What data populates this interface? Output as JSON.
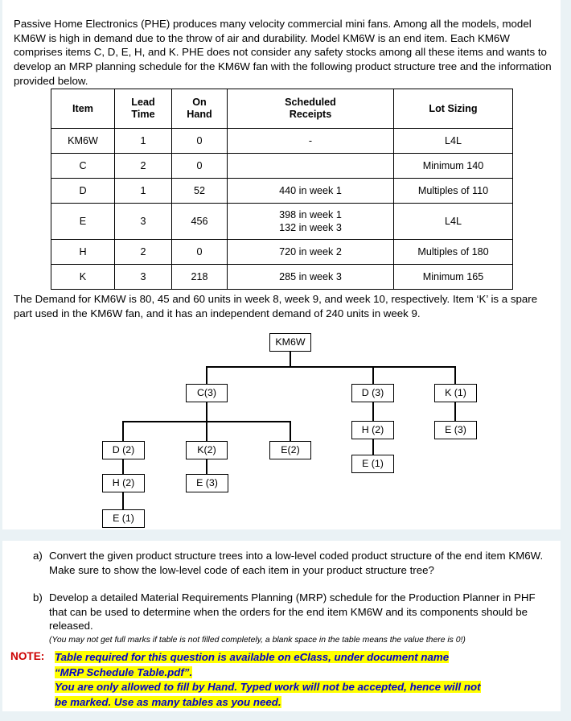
{
  "document": {
    "intro": "Passive Home Electronics (PHE) produces many velocity commercial mini fans. Among all the models, model KM6W is high in demand due to the throw of air and durability. Model KM6W is an end item. Each KM6W comprises items C, D, E, H, and K.  PHE does not consider any safety stocks among all these items and wants to develop an MRP planning schedule for the KM6W fan with the following product structure tree and the information provided below.",
    "demand": "The Demand for KM6W is 80, 45 and 60 units in week 8, week 9, and week 10, respectively. Item ‘K’ is a spare part used in the KM6W fan, and it has an independent demand of 240 units in week 9."
  },
  "item_table": {
    "headers": [
      "Item",
      "Lead Time",
      "On Hand",
      "Scheduled Receipts",
      "Lot Sizing"
    ],
    "headers_split": {
      "item": "Item",
      "lead_time_l1": "Lead",
      "lead_time_l2": "Time",
      "on_hand_l1": "On",
      "on_hand_l2": "Hand",
      "sched_l1": "Scheduled",
      "sched_l2": "Receipts",
      "lot": "Lot Sizing"
    },
    "rows": [
      {
        "item": "KM6W",
        "lead_time": "1",
        "on_hand": "0",
        "sched_1": "-",
        "sched_2": "",
        "lot": "L4L"
      },
      {
        "item": "C",
        "lead_time": "2",
        "on_hand": "0",
        "sched_1": "",
        "sched_2": "",
        "lot": "Minimum 140"
      },
      {
        "item": "D",
        "lead_time": "1",
        "on_hand": "52",
        "sched_1": "440 in week 1",
        "sched_2": "",
        "lot": "Multiples of 110"
      },
      {
        "item": "E",
        "lead_time": "3",
        "on_hand": "456",
        "sched_1": "398 in week 1",
        "sched_2": "132 in week 3",
        "lot": "L4L"
      },
      {
        "item": "H",
        "lead_time": "2",
        "on_hand": "0",
        "sched_1": "720 in week 2",
        "sched_2": "",
        "lot": "Multiples of 180"
      },
      {
        "item": "K",
        "lead_time": "3",
        "on_hand": "218",
        "sched_1": "285 in week 3",
        "sched_2": "",
        "lot": "Minimum 165"
      }
    ]
  },
  "product_structure_tree": {
    "root": "KM6W",
    "nodes": {
      "root": "KM6W",
      "c3": "C(3)",
      "d3": "D (3)",
      "k1": "K (1)",
      "d2": "D (2)",
      "k2": "K(2)",
      "e2": "E(2)",
      "h2_left": "H (2)",
      "e1_left": "E (1)",
      "e3_under_k2": "E (3)",
      "h2_mid": "H (2)",
      "e1_mid": "E (1)",
      "e3_under_k1": "E (3)"
    },
    "edges": [
      {
        "from": "KM6W",
        "to": "C(3)"
      },
      {
        "from": "KM6W",
        "to": "D (3)"
      },
      {
        "from": "KM6W",
        "to": "K (1)"
      },
      {
        "from": "C(3)",
        "to": "D (2)"
      },
      {
        "from": "C(3)",
        "to": "K(2)"
      },
      {
        "from": "C(3)",
        "to": "E(2)"
      },
      {
        "from": "D (2)",
        "to": "H (2)"
      },
      {
        "from": "H (2)",
        "to": "E (1)"
      },
      {
        "from": "K(2)",
        "to": "E (3)"
      },
      {
        "from": "D (3)",
        "to": "H (2)"
      },
      {
        "from": "H (2)",
        "to": "E (1)"
      },
      {
        "from": "K (1)",
        "to": "E (3)"
      }
    ]
  },
  "questions": {
    "a_label": "a)",
    "a_text": "Convert the given product structure trees into a low-level coded product structure of the end item KM6W. Make sure to show the low-level code of each item in your product structure tree?",
    "b_label": "b)",
    "b_text": "Develop a detailed Material Requirements Planning (MRP) schedule for the Production Planner in PHF that can be used to determine when the orders for the end item KM6W and its components should be released.",
    "b_note": "(You may not get full marks if table is not filled completely, a blank space in the table means the value there is 0!)"
  },
  "note": {
    "label": "NOTE:",
    "line1": "Table required for this question is available on eClass, under document name",
    "line2": "“MRP Schedule Table.pdf”.",
    "line3": "You are only allowed to fill by Hand. Typed work will not be accepted, hence will not",
    "line4": "be marked. Use as many tables as you need."
  },
  "colors": {
    "page_background": "#eaf2f5",
    "panel": "#ffffff",
    "note_label": "#cc0000",
    "note_text": "#0000cc",
    "highlight": "#ffff00",
    "rule": "#000000"
  }
}
